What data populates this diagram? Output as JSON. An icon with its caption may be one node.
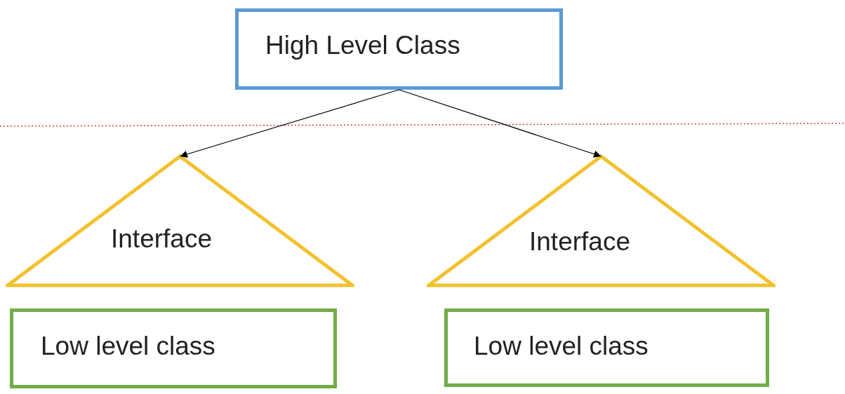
{
  "diagram": {
    "nodes": [
      {
        "text": [
          "High Level Class"
        ]
      },
      {
        "text": [
          "Interface"
        ]
      },
      {
        "text": [
          "Interface"
        ]
      },
      {
        "text": [
          "Low level class"
        ]
      },
      {
        "text": [
          "Low level class"
        ]
      }
    ],
    "edges": [
      {
        "from": 0,
        "to": 1,
        "arrow": "to"
      },
      {
        "from": 0,
        "to": 2,
        "arrow": "to"
      }
    ]
  }
}
